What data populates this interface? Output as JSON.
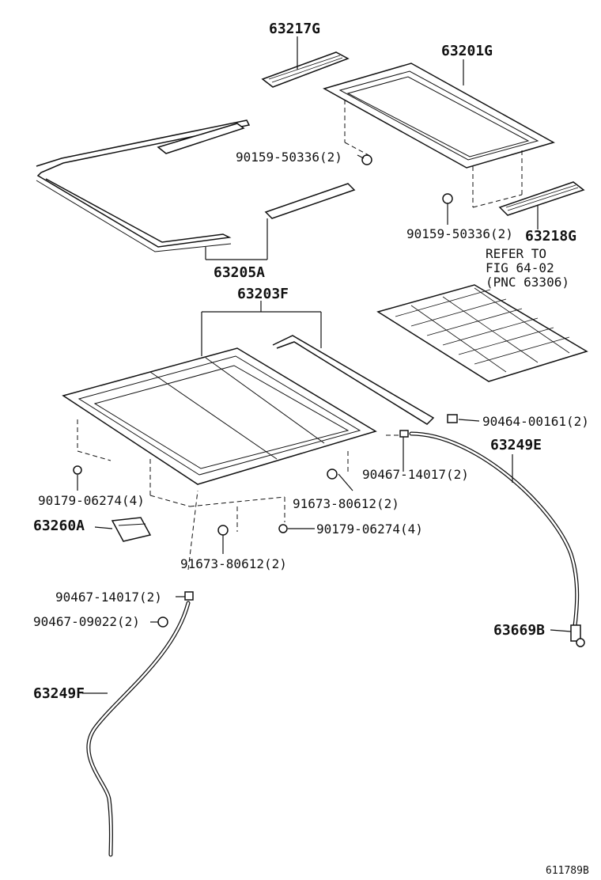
{
  "labels": {
    "p63217G": "63217G",
    "p63201G": "63201G",
    "p90159_a": "90159-50336(2)",
    "p90159_b": "90159-50336(2)",
    "p63218G": "63218G",
    "p63205A": "63205A",
    "refer_line1": "REFER TO",
    "refer_line2": "FIG 64-02",
    "refer_line3": "(PNC 63306)",
    "p63203F": "63203F",
    "p90464": "90464-00161(2)",
    "p63249E": "63249E",
    "p90467_right": "90467-14017(2)",
    "p90179_left": "90179-06274(4)",
    "p91673_right": "91673-80612(2)",
    "p63260A": "63260A",
    "p90179_mid": "90179-06274(4)",
    "p91673_mid": "91673-80612(2)",
    "p90467_left": "90467-14017(2)",
    "p90467_09022": "90467-09022(2)",
    "p63669B": "63669B",
    "p63249F": "63249F",
    "figure_id": "611789B"
  }
}
